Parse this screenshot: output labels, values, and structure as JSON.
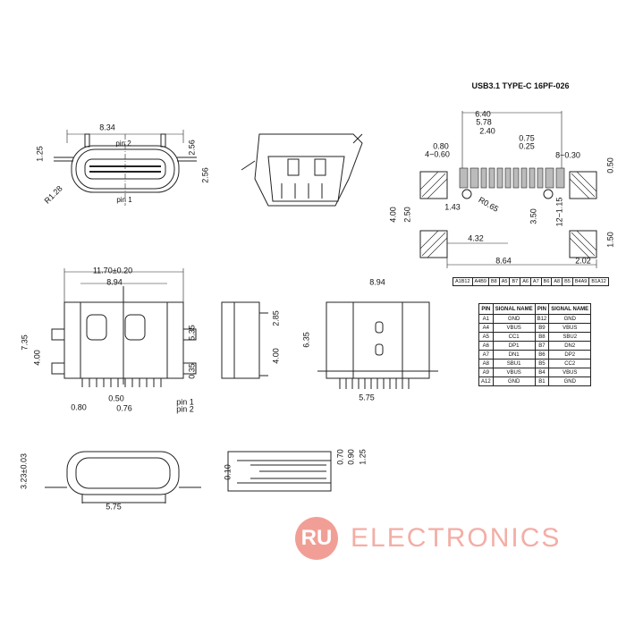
{
  "title": "USB3.1 TYPE-C 16PF-026",
  "front_view": {
    "width": "8.34",
    "pin2": "pin 2",
    "pin1": "pin 1",
    "h1": "1.25",
    "h2": "2.56",
    "h3": "2.56",
    "radius": "R1.28"
  },
  "footprint": {
    "d640": "6.40",
    "d578": "5.78",
    "d240": "2.40",
    "d075": "0.75",
    "d080": "0.80",
    "d025": "0.25",
    "d4x060": "4−0.60",
    "d8x030": "8−0.30",
    "d050": "0.50",
    "d143": "1.43",
    "r065": "R0.65",
    "d400": "4.00",
    "d250": "2.50",
    "d350": "3.50",
    "d12x115": "12−1.15",
    "d150": "1.50",
    "d432": "4.32",
    "d864": "8.64",
    "d202": "2.02",
    "pin_labels": [
      "A1B12",
      "A4B9",
      "B8",
      "A5",
      "B7",
      "A6",
      "A7",
      "B6",
      "A8",
      "B5",
      "B4A9",
      "B1A12"
    ]
  },
  "pin_table": {
    "headers": [
      "PIN",
      "SIGNAL NAME",
      "PIN",
      "SIGNAL NAME"
    ],
    "rows": [
      [
        "A1",
        "GND",
        "B12",
        "GND"
      ],
      [
        "A4",
        "VBUS",
        "B9",
        "VBUS"
      ],
      [
        "A5",
        "CC1",
        "B8",
        "SBU2"
      ],
      [
        "A6",
        "DP1",
        "B7",
        "DN2"
      ],
      [
        "A7",
        "DN1",
        "B6",
        "DP2"
      ],
      [
        "A8",
        "SBU1",
        "B5",
        "CC2"
      ],
      [
        "A9",
        "VBUS",
        "B4",
        "VBUS"
      ],
      [
        "A12",
        "GND",
        "B1",
        "GND"
      ]
    ]
  },
  "plan_view": {
    "overall": "11.70±0.20",
    "width": "8.94",
    "h735": "7.35",
    "h400": "4.00",
    "h535": "5.35",
    "h035": "0.35",
    "d080": "0.80",
    "d050": "0.50",
    "d076": "0.76",
    "pin1": "pin 1",
    "pin2": "pin 2"
  },
  "side_view": {
    "h285": "2.85",
    "h400": "4.00"
  },
  "top_view": {
    "width": "8.94",
    "h635": "6.35",
    "d575": "5.75"
  },
  "bottom_view": {
    "height": "3.23±0.03",
    "d575": "5.75"
  },
  "section_view": {
    "d010": "0.10",
    "d070": "0.70",
    "d090": "0.90",
    "d125": "1.25"
  },
  "watermark": {
    "logo": "RU",
    "text": "ELECTRONICS",
    "color": "#ef8f84"
  }
}
